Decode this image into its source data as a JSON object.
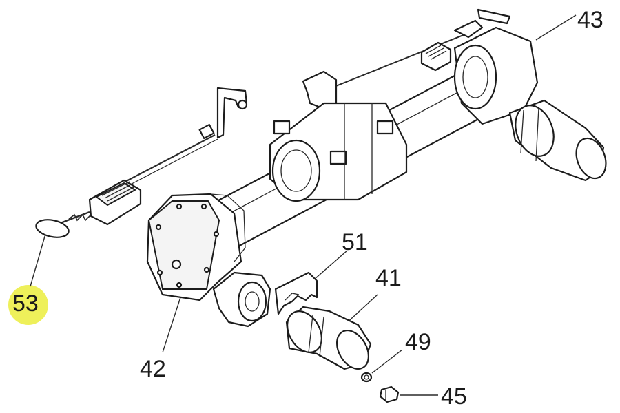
{
  "diagram": {
    "callouts": [
      {
        "id": "43",
        "label": "43",
        "highlighted": false
      },
      {
        "id": "51",
        "label": "51",
        "highlighted": false
      },
      {
        "id": "41",
        "label": "41",
        "highlighted": false
      },
      {
        "id": "53",
        "label": "53",
        "highlighted": true
      },
      {
        "id": "49",
        "label": "49",
        "highlighted": false
      },
      {
        "id": "42",
        "label": "42",
        "highlighted": false
      },
      {
        "id": "45",
        "label": "45",
        "highlighted": false
      }
    ],
    "highlight_color": "#eef05a",
    "line_color": "#1c1c1c"
  }
}
